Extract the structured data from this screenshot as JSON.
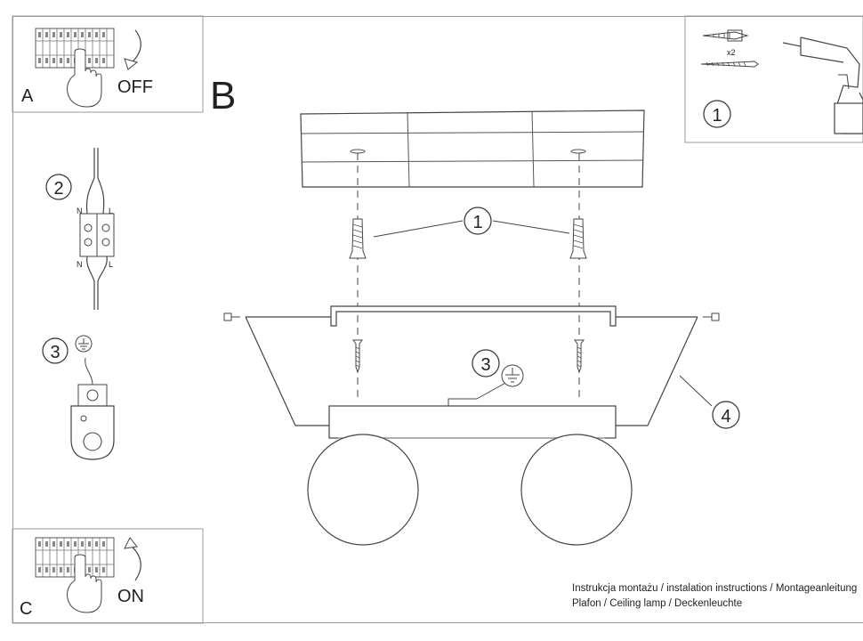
{
  "panels": {
    "a": {
      "letter": "A",
      "action": "OFF"
    },
    "b": {
      "letter": "B"
    },
    "c": {
      "letter": "C",
      "action": "ON"
    }
  },
  "steps": {
    "tools_number": "1",
    "tools_qty": "x2",
    "wiring_number": "2",
    "wiring_labels": {
      "n_top": "N",
      "l_top": "L",
      "n_bottom": "N",
      "l_bottom": "L"
    },
    "ground_number": "3",
    "main_callout_1": "1",
    "main_callout_3": "3",
    "main_callout_4": "4"
  },
  "caption": {
    "line1": "Instrukcja montażu / instalation instructions / Montageanleitung",
    "line2": "Plafon / Ceiling lamp / Deckenleuchte"
  }
}
